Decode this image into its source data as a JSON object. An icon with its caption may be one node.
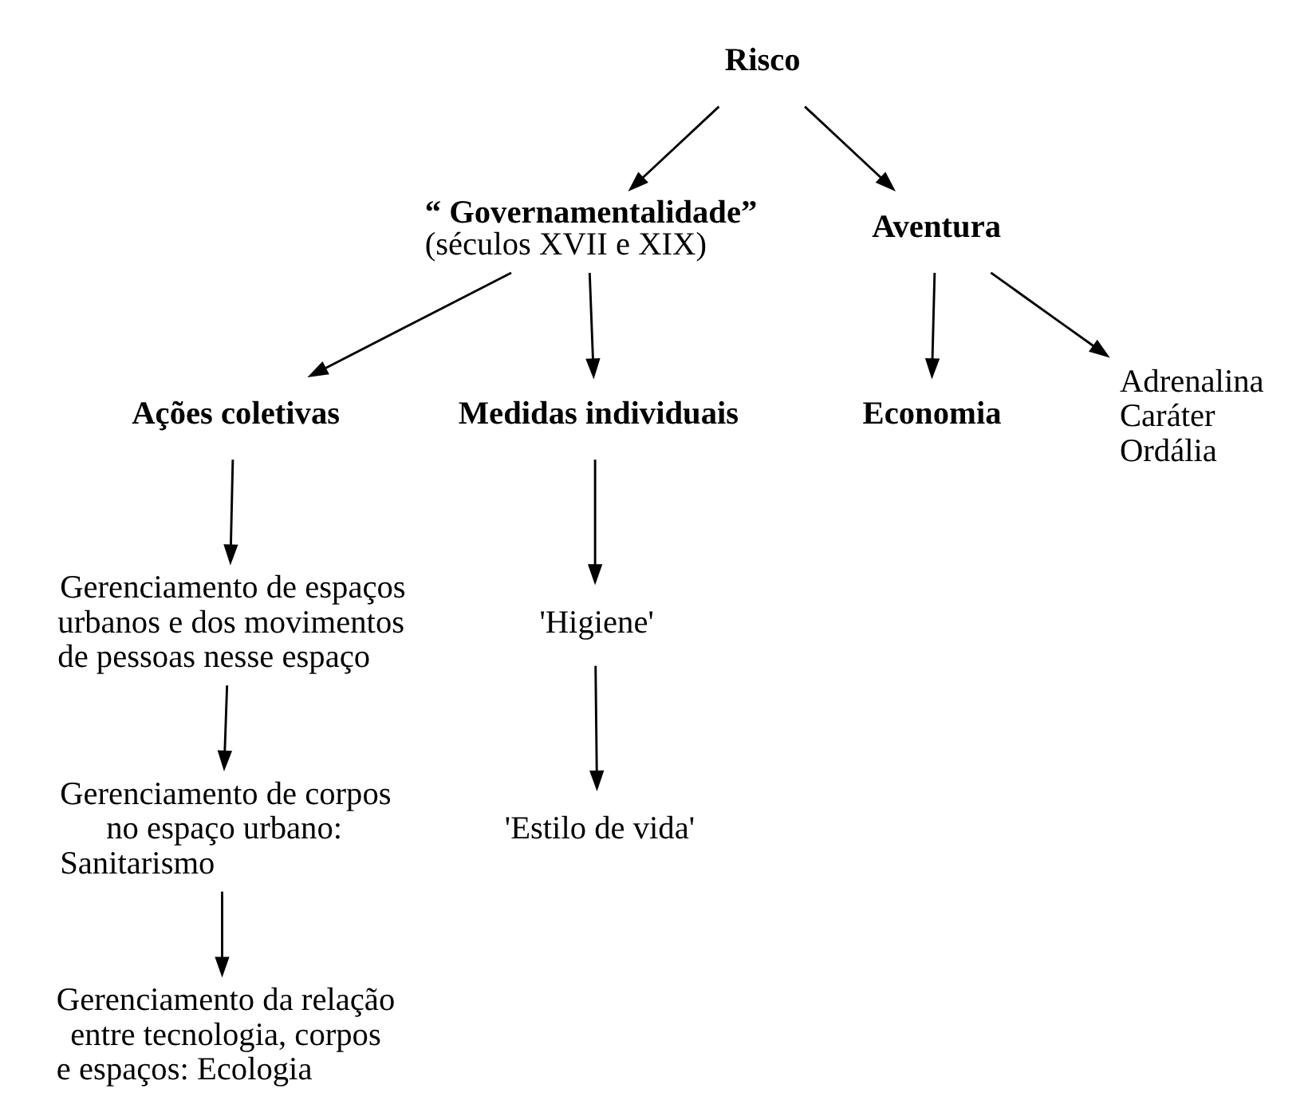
{
  "diagram": {
    "nodes": [
      {
        "text": [
          "Risco"
        ]
      },
      {
        "text": [
          "“ Governamentalidade”",
          "(séculos XVII e XIX)"
        ]
      },
      {
        "text": [
          "Aventura"
        ]
      },
      {
        "text": [
          "Ações coletivas"
        ]
      },
      {
        "text": [
          "Medidas individuais"
        ]
      },
      {
        "text": [
          "Economia"
        ]
      },
      {
        "text": [
          "Adrenalina",
          "Caráter",
          "Ordália"
        ]
      },
      {
        "text": [
          "Gerenciamento de espaços urbanos e dos movimentos de pessoas nesse espaço"
        ]
      },
      {
        "text": [
          "Gerenciamento de corpos no espaço urbano: Sanitarismo"
        ]
      },
      {
        "text": [
          "Gerenciamento da relação entre tecnologia, corpos e espaços: Ecologia"
        ]
      },
      {
        "text": [
          "'Higiene'"
        ]
      },
      {
        "text": [
          "'Estilo de vida'"
        ]
      }
    ],
    "edges": [
      {
        "from": 0,
        "to": 1,
        "arrow": "to"
      },
      {
        "from": 0,
        "to": 2,
        "arrow": "to"
      },
      {
        "from": 1,
        "to": 3,
        "arrow": "to"
      },
      {
        "from": 1,
        "to": 4,
        "arrow": "to"
      },
      {
        "from": 2,
        "to": 5,
        "arrow": "to"
      },
      {
        "from": 2,
        "to": 6,
        "arrow": "to"
      },
      {
        "from": 3,
        "to": 7,
        "arrow": "to"
      },
      {
        "from": 7,
        "to": 8,
        "arrow": "to"
      },
      {
        "from": 8,
        "to": 9,
        "arrow": "to"
      },
      {
        "from": 4,
        "to": 10,
        "arrow": "to"
      },
      {
        "from": 10,
        "to": 11,
        "arrow": "to"
      }
    ]
  }
}
